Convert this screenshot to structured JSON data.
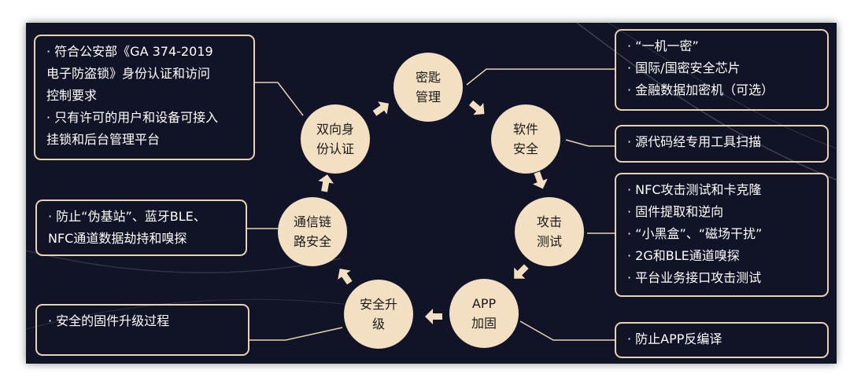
{
  "colors": {
    "background": "#111426",
    "node_fill": "#f3dfc1",
    "border": "#e8d2b2",
    "text": "#ffffff"
  },
  "nodes": {
    "key_mgmt": [
      "密匙",
      "管理"
    ],
    "software": [
      "软件",
      "安全"
    ],
    "attack": [
      "攻击",
      "测试"
    ],
    "app": [
      "APP",
      "加固"
    ],
    "upgrade": [
      "安全升",
      "级"
    ],
    "comm": [
      "通信链",
      "路安全"
    ],
    "auth": [
      "双向身",
      "份认证"
    ]
  },
  "boxes": {
    "auth": [
      "· 符合公安部《GA 374-2019",
      "电子防盗锁》身份认证和访问",
      "控制要求",
      "· 只有许可的用户和设备可接入",
      "挂锁和后台管理平台"
    ],
    "key_mgmt": [
      "· “一机一密”",
      "· 国际/国密安全芯片",
      "· 金融数据加密机（可选）"
    ],
    "software": [
      "· 源代码经专用工具扫描"
    ],
    "comm": [
      "·     防止“伪基站”、蓝牙BLE、",
      "NFC通道数据劫持和嗅探"
    ],
    "attack": [
      "·  NFC攻击测试和卡克隆",
      "·  固件提取和逆向",
      "·  “小黑盒”、“磁场干扰”",
      "·  2G和BLE通道嗅探",
      "·  平台业务接口攻击测试"
    ],
    "upgrade": [
      "· 安全的固件升级过程"
    ],
    "app": [
      "· 防止APP反编译"
    ]
  }
}
